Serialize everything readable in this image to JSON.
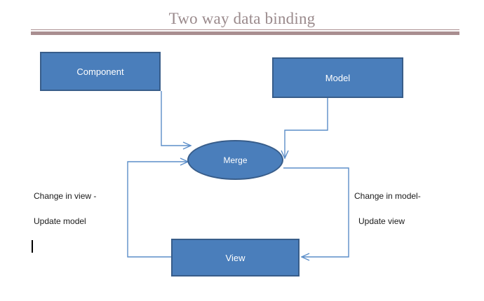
{
  "title": "Two way data binding",
  "diagram": {
    "type": "flowchart",
    "nodes": [
      {
        "id": "component",
        "label": "Component",
        "shape": "rectangle"
      },
      {
        "id": "model",
        "label": "Model",
        "shape": "rectangle"
      },
      {
        "id": "merge",
        "label": "Merge",
        "shape": "ellipse"
      },
      {
        "id": "view",
        "label": "View",
        "shape": "rectangle"
      }
    ],
    "annotations": {
      "left": {
        "line1": "Change in view -",
        "line2": "Update model"
      },
      "right": {
        "line1": "Change in model-",
        "line2": "Update view"
      }
    },
    "edges": [
      {
        "from": "component",
        "to": "merge",
        "label": ""
      },
      {
        "from": "model",
        "to": "merge",
        "label": ""
      },
      {
        "from": "merge",
        "to": "view",
        "label": "Change in model- Update view"
      },
      {
        "from": "view",
        "to": "merge",
        "label": "Change in view - Update model"
      }
    ]
  },
  "colors": {
    "node_fill": "#4a7ebb",
    "node_border": "#385d8a",
    "node_text": "#ffffff",
    "connector": "#5b8dc8",
    "title_text": "#9a8a8c",
    "title_rule": "#a98e90",
    "annotation_text": "#1a1a1a",
    "background": "#ffffff"
  }
}
